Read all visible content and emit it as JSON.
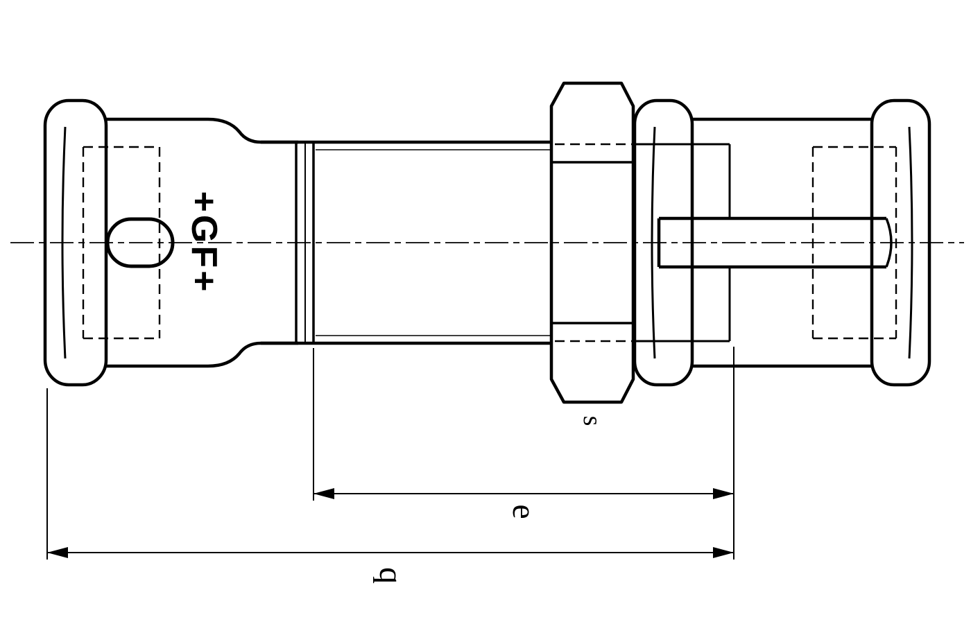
{
  "drawing": {
    "logo": "+GF+",
    "labels": {
      "e": "e",
      "q": "q",
      "s": "s"
    },
    "colors": {
      "ink": "#000000",
      "background": "#ffffff"
    }
  }
}
